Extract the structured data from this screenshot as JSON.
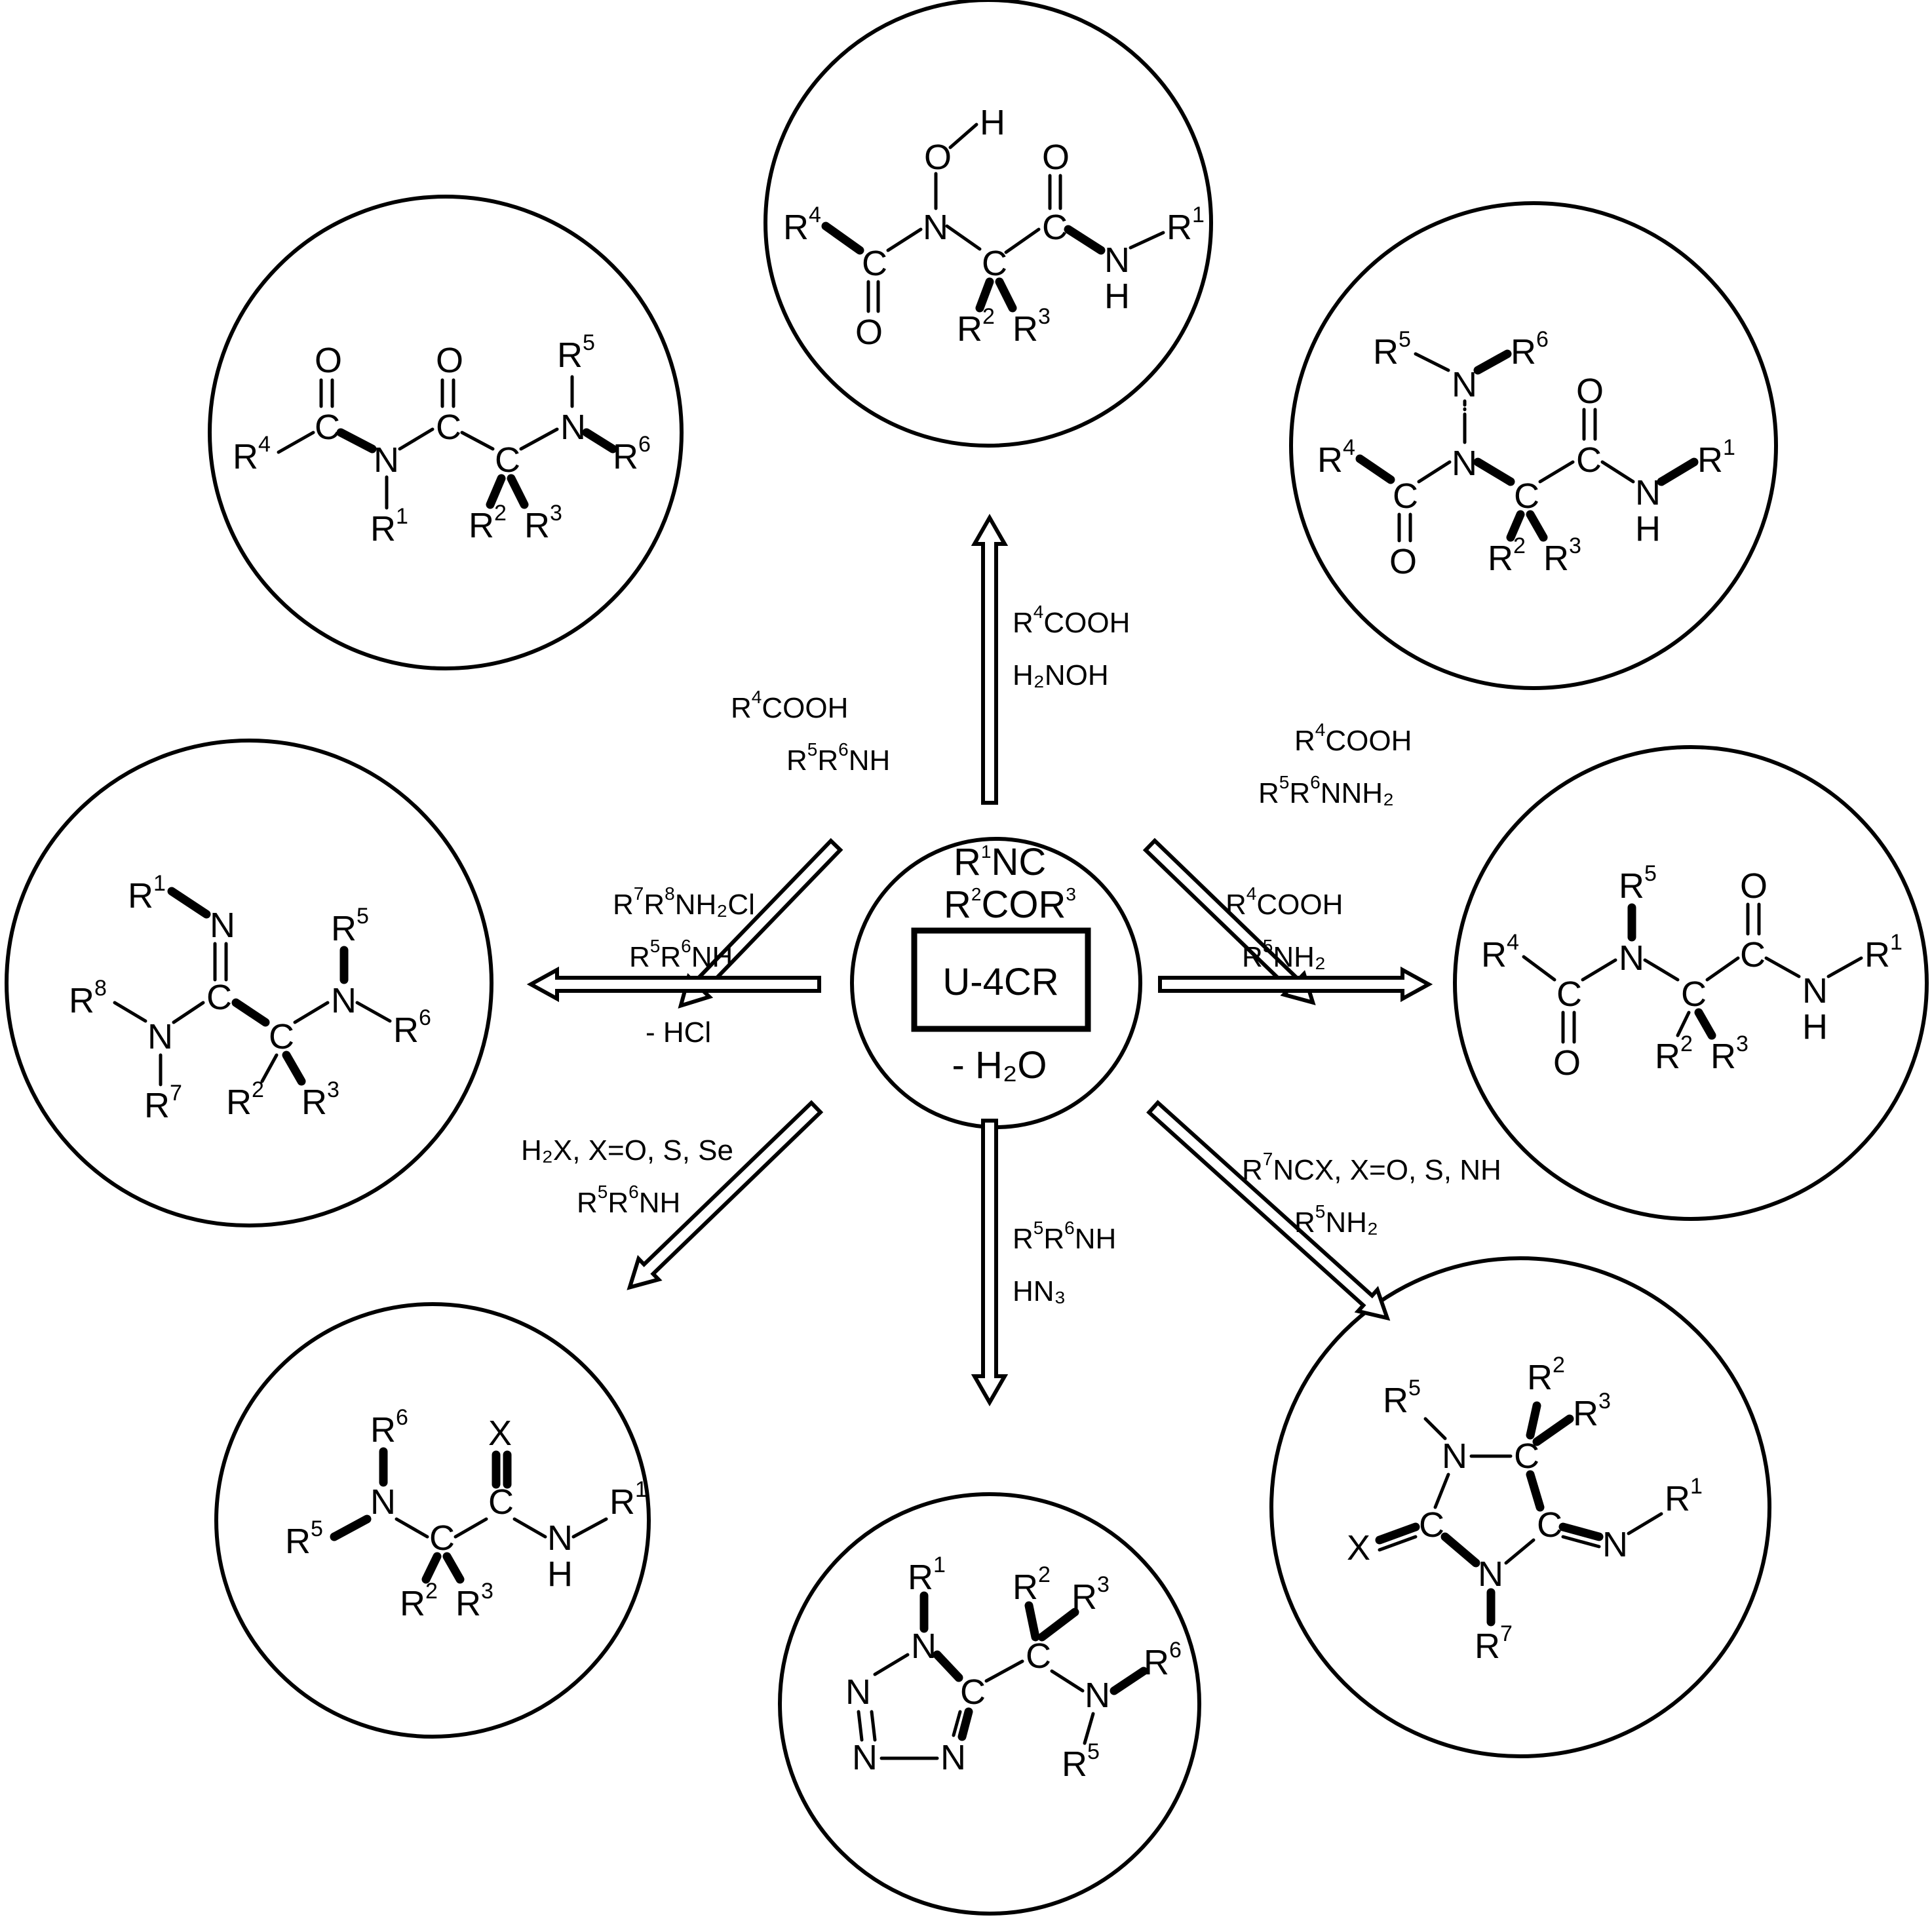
{
  "center": {
    "line1": {
      "a": "R",
      "b": "1",
      "c": "NC"
    },
    "line2": {
      "a": "R",
      "b": "2",
      "c": "COR",
      "d": "3"
    },
    "box": "U-4CR",
    "bottom": "- H₂O"
  },
  "reagents": {
    "up": {
      "l1a": "R",
      "l1b": "4",
      "l1c": "COOH",
      "l2": "H₂NOH"
    },
    "upleft": {
      "l1a": "R",
      "l1b": "4",
      "l1c": "COOH",
      "l2a": "R",
      "l2b": "5",
      "l2c": "R",
      "l2d": "6",
      "l2e": "NH"
    },
    "upright": {
      "l1a": "R",
      "l1b": "4",
      "l1c": "COOH",
      "l2a": "R",
      "l2b": "5",
      "l2c": "R",
      "l2d": "6",
      "l2e": "NNH₂"
    },
    "left": {
      "l1a": "R",
      "l1b": "7",
      "l1c": "R",
      "l1d": "8",
      "l1e": "NH₂Cl",
      "l2a": "R",
      "l2b": "5",
      "l2c": "R",
      "l2d": "6",
      "l2e": "NH",
      "l3": "- HCl"
    },
    "right": {
      "l1a": "R",
      "l1b": "4",
      "l1c": "COOH",
      "l2a": "R",
      "l2b": "5",
      "l2c": "NH₂"
    },
    "downleft": {
      "l1": "H₂X, X=O, S, Se",
      "l2a": "R",
      "l2b": "5",
      "l2c": "R",
      "l2d": "6",
      "l2e": "NH"
    },
    "down": {
      "l1a": "R",
      "l1b": "5",
      "l1c": "R",
      "l1d": "6",
      "l1e": "NH",
      "l2": "HN₃"
    },
    "downright": {
      "l1a": "R",
      "l1b": "7",
      "l1c": "NCX, X=O, S, NH",
      "l2a": "R",
      "l2b": "5",
      "l2c": "NH₂"
    }
  },
  "atoms": {
    "R": "R",
    "C": "C",
    "N": "N",
    "O": "O",
    "H": "H",
    "X": "X"
  },
  "sups": {
    "1": "1",
    "2": "2",
    "3": "3",
    "4": "4",
    "5": "5",
    "6": "6",
    "7": "7",
    "8": "8"
  }
}
